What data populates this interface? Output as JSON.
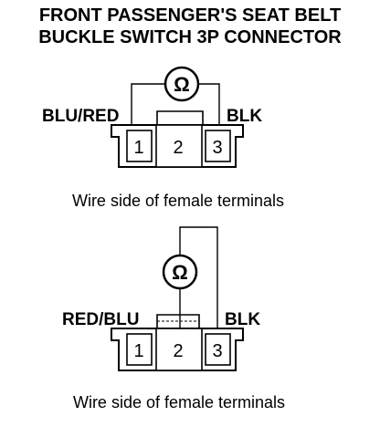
{
  "title": {
    "line1": "FRONT PASSENGER'S SEAT BELT",
    "line2": "BUCKLE SWITCH 3P CONNECTOR"
  },
  "diagram_top": {
    "left_wire_label": "BLU/RED",
    "right_wire_label": "BLK",
    "ohmmeter_symbol": "Ω",
    "pins": [
      "1",
      "2",
      "3"
    ],
    "caption": "Wire side of female terminals"
  },
  "diagram_bottom": {
    "left_wire_label": "RED/BLU",
    "right_wire_label": "BLK",
    "ohmmeter_symbol": "Ω",
    "pins": [
      "1",
      "2",
      "3"
    ],
    "caption": "Wire side of female terminals"
  }
}
